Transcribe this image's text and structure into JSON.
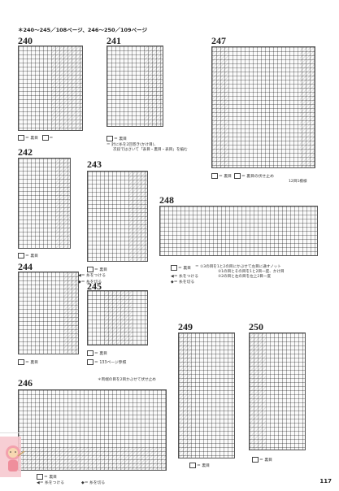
{
  "header": {
    "text": "＊240〜245／108ページ、246〜250／109ページ"
  },
  "patterns": {
    "p240": "240",
    "p241": "241",
    "p242": "242",
    "p243": "243",
    "p244": "244",
    "p245": "245",
    "p246": "246",
    "p247": "247",
    "p248": "248",
    "p249": "249",
    "p250": "250"
  },
  "legend": {
    "l240": "＝ 裏目",
    "l240b": "＝",
    "l241": "＝ 裏目",
    "l241note1": "＝ 針に糸を2回巻き(かけ目)、",
    "l241note2": "次段ではさいて「表目・裏目・表目」を編む",
    "l242": "＝ 裏目",
    "l243": "＝ 裏目",
    "l244": "＝ 裏目",
    "l244b": "＝ 糸をつける",
    "l244c": "＝ 糸を切る",
    "l245": "＝ 裏目",
    "l245b": "＝ 133ページ参照",
    "l246note": "＊両端の目を2目かぶせて伏せ止め",
    "l246": "＝ 裏目",
    "l246b": "＝ 糸をつける",
    "l246c": "＝ 糸を切る",
    "l247": "＝ 裏目",
    "l247b": "＝ 裏目の伏せ止め",
    "l247c": "12目1模様",
    "l248": "＝ 裏目",
    "l248note1": "＝ ①3の目を1と2の目にかぶせて左目に通すノット",
    "l248note2": "②1の目とその目を1と2目一度、かけ目",
    "l248note3": "③2の目と左の目を左上2目一度",
    "l248b": "＝ 糸をつける",
    "l248c": "＝ 糸を切る",
    "l249": "＝ 裏目",
    "l250": "＝ 裏目"
  },
  "page_number": "117",
  "icons": [
    "yarn-ball-icon",
    "join-yarn-icon",
    "cut-yarn-icon",
    "mascot-icon"
  ]
}
